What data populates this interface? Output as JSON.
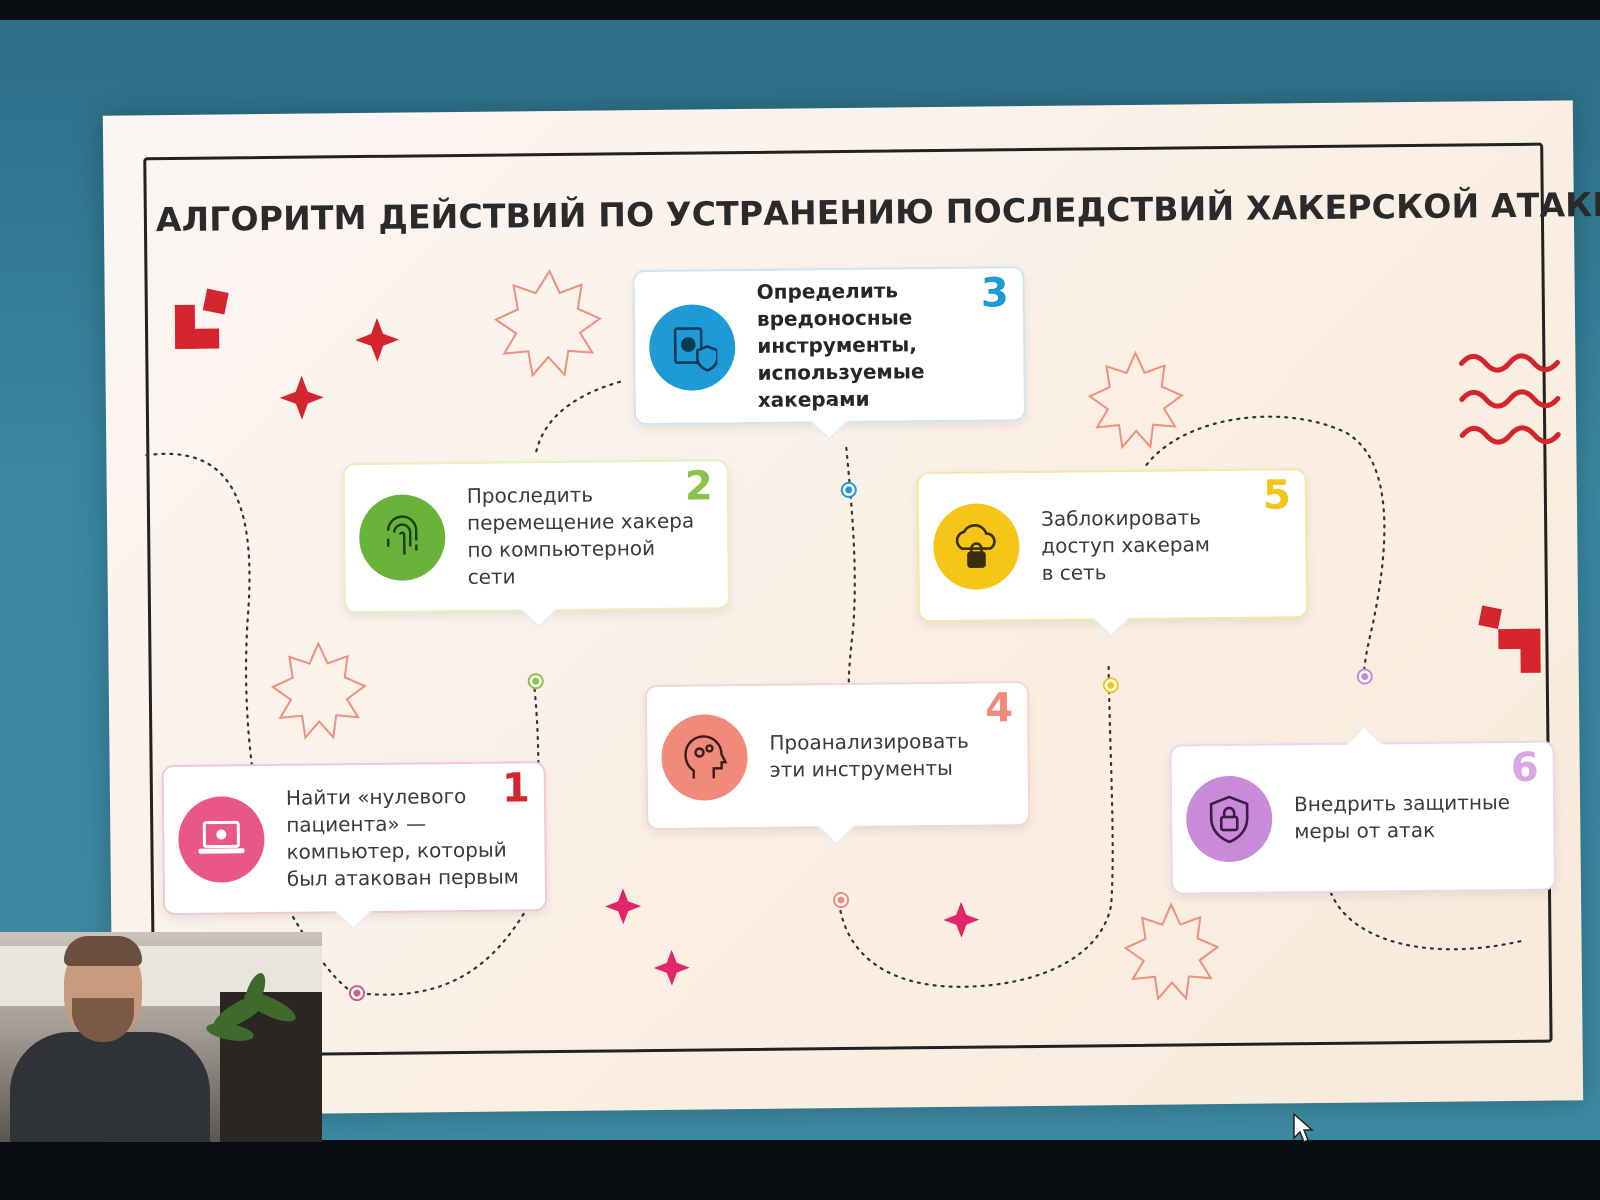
{
  "slide": {
    "title": "АЛГОРИТМ ДЕЙСТВИЙ ПО УСТРАНЕНИЮ ПОСЛЕДСТВИЙ ХАКЕРСКОЙ АТАКИ"
  },
  "steps": [
    {
      "number": "1",
      "text": "Найти «нулевого\nпациента» —\nкомпьютер, который\nбыл атакован первым",
      "icon": "laptop-bug-icon",
      "color": "#e9578a"
    },
    {
      "number": "2",
      "text": "Проследить\nперемещение хакера\nпо компьютерной\nсети",
      "icon": "fingerprint-icon",
      "color": "#8bc34a"
    },
    {
      "number": "3",
      "text": "Определить\nвредоносные\nинструменты,\nиспользуемые\nхакерами",
      "icon": "bug-shield-icon",
      "color": "#1e9ad6"
    },
    {
      "number": "4",
      "text": "Проанализировать\nэти инструменты",
      "icon": "head-gears-icon",
      "color": "#f08a7a"
    },
    {
      "number": "5",
      "text": "Заблокировать\nдоступ хакерам\nв сеть",
      "icon": "cloud-lock-icon",
      "color": "#f5c518"
    },
    {
      "number": "6",
      "text": "Внедрить защитные\nмеры от атак",
      "icon": "shield-lock-icon",
      "color": "#c98bd8"
    }
  ]
}
